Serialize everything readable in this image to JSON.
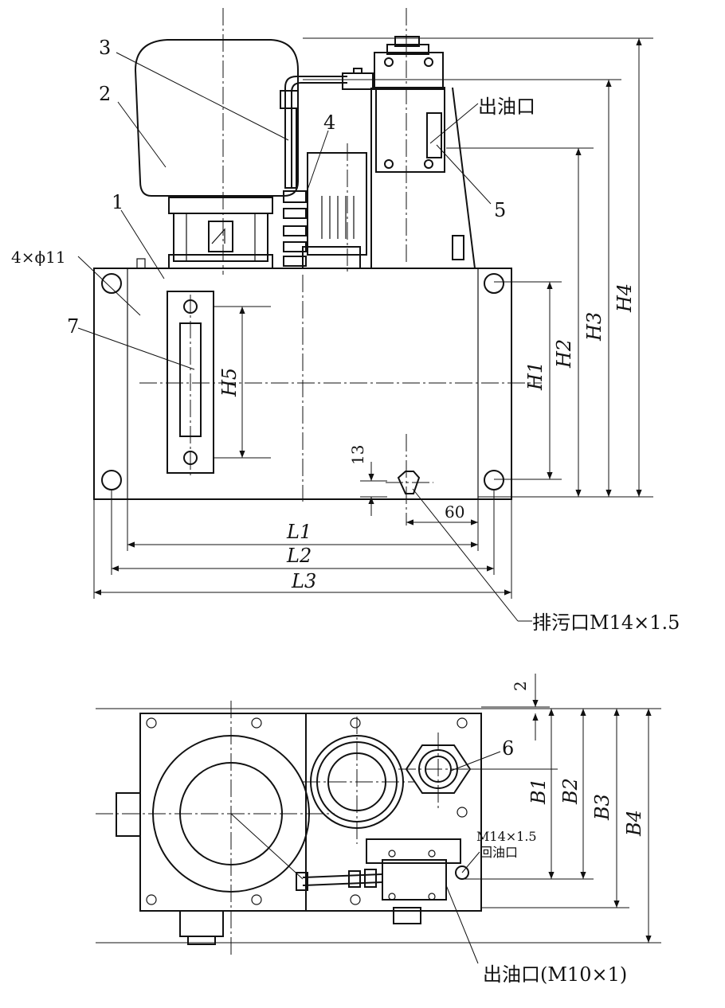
{
  "front_view": {
    "part_numbers": [
      "1",
      "2",
      "3",
      "4",
      "5",
      "7"
    ],
    "hole_callout": "4×ϕ11",
    "outlet_label": "出油口",
    "drain_label": "排污口M14×1.5",
    "dim_13": "13",
    "dim_60": "60",
    "length_dims": [
      "L1",
      "L2",
      "L3"
    ],
    "height_dims": [
      "H1",
      "H2",
      "H3",
      "H4",
      "H5"
    ]
  },
  "top_view": {
    "part_number_6": "6",
    "dim_2": "2",
    "width_dims": [
      "B1",
      "B2",
      "B3",
      "B4"
    ],
    "return_label_line1": "M14×1.5",
    "return_label_line2": "回油口",
    "outlet_label": "出油口(M10×1)"
  }
}
